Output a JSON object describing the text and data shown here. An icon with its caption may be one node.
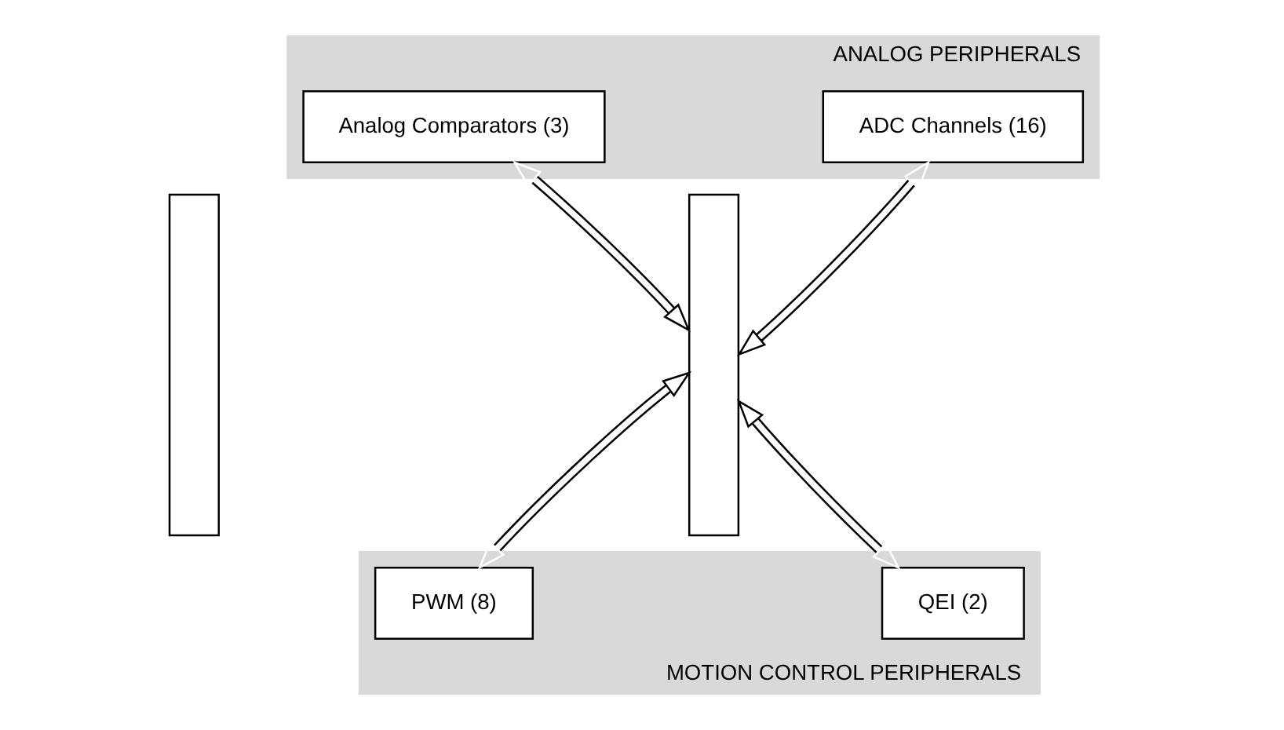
{
  "diagram": {
    "nodes": [
      {
        "text": [
          "ANALOG PERIPHERALS"
        ]
      },
      {
        "text": [
          "Analog Comparators (3)"
        ],
        "in": 0
      },
      {
        "text": [
          "ADC Channels (16)"
        ],
        "in": 0
      },
      {
        "text": [
          "MOTION CONTROL PERIPHERALS"
        ]
      },
      {
        "text": [
          "PWM (8)"
        ],
        "in": 3
      },
      {
        "text": [
          "QEI (2)"
        ],
        "in": 3
      },
      {
        "text": [],
        "shape": "bar"
      },
      {
        "text": [],
        "shape": "bar"
      }
    ],
    "edges": [
      {
        "from": 1,
        "to": 7,
        "arrow": "both"
      },
      {
        "from": 2,
        "to": 7,
        "arrow": "both"
      },
      {
        "from": 4,
        "to": 7,
        "arrow": "both"
      },
      {
        "from": 5,
        "to": 7,
        "arrow": "both"
      }
    ]
  }
}
